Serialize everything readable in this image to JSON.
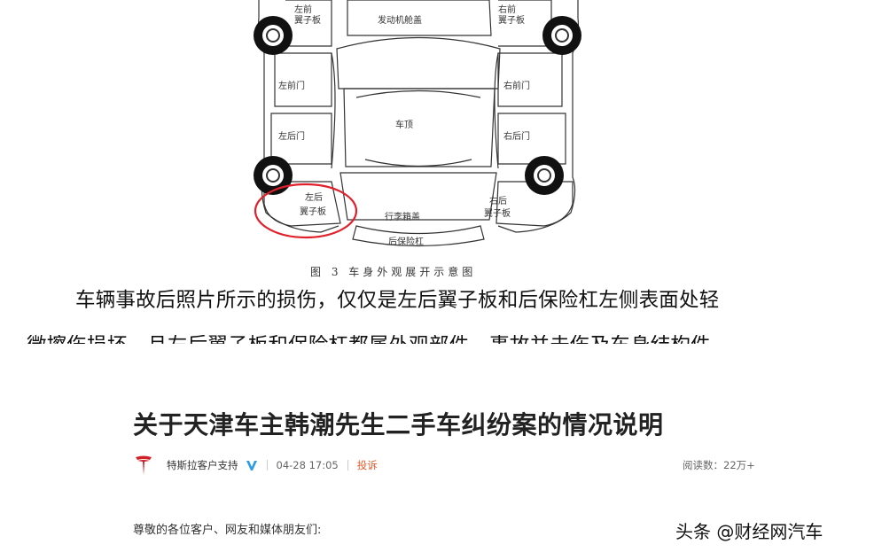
{
  "diagram": {
    "labels": {
      "left_front_fender": "左前\n翼子板",
      "right_front_fender": "右前\n翼子板",
      "hood": "发动机舱盖",
      "left_front_door": "左前门",
      "right_front_door": "右前门",
      "roof": "车顶",
      "left_rear_door": "左后门",
      "right_rear_door": "右后门",
      "left_rear_fender": "左后\n翼子板",
      "right_rear_fender": "右后\n翼子板",
      "trunk": "行李箱盖",
      "rear_bumper": "后保险杠"
    },
    "highlight_color": "#e0202a"
  },
  "figure_caption": "图 3  车身外观展开示意图",
  "doc_paragraph": {
    "line1": "车辆事故后照片所示的损伤，仅仅是左后翼子板和后保险杠左侧表面处轻",
    "line2": "微擦伤损坏，且左后翼子板和保险杠都属外观部件，事故并未伤及车身结构件"
  },
  "article": {
    "title": "关于天津车主韩潮先生二手车纠纷案的情况说明",
    "author": "特斯拉客户支持",
    "date": "04-28 17:05",
    "report_label": "投诉",
    "reads_label": "阅读数：",
    "reads_value": "22万+",
    "greeting": "尊敬的各位客户、网友和媒体朋友们:"
  },
  "watermark": "头条 @财经网汽车",
  "colors": {
    "report": "#e05a2a",
    "verified": "#2a9be8",
    "tesla_logo": "#d0202a"
  },
  "icons": {
    "avatar": "tesla-logo-icon",
    "verified": "verified-v-icon"
  }
}
